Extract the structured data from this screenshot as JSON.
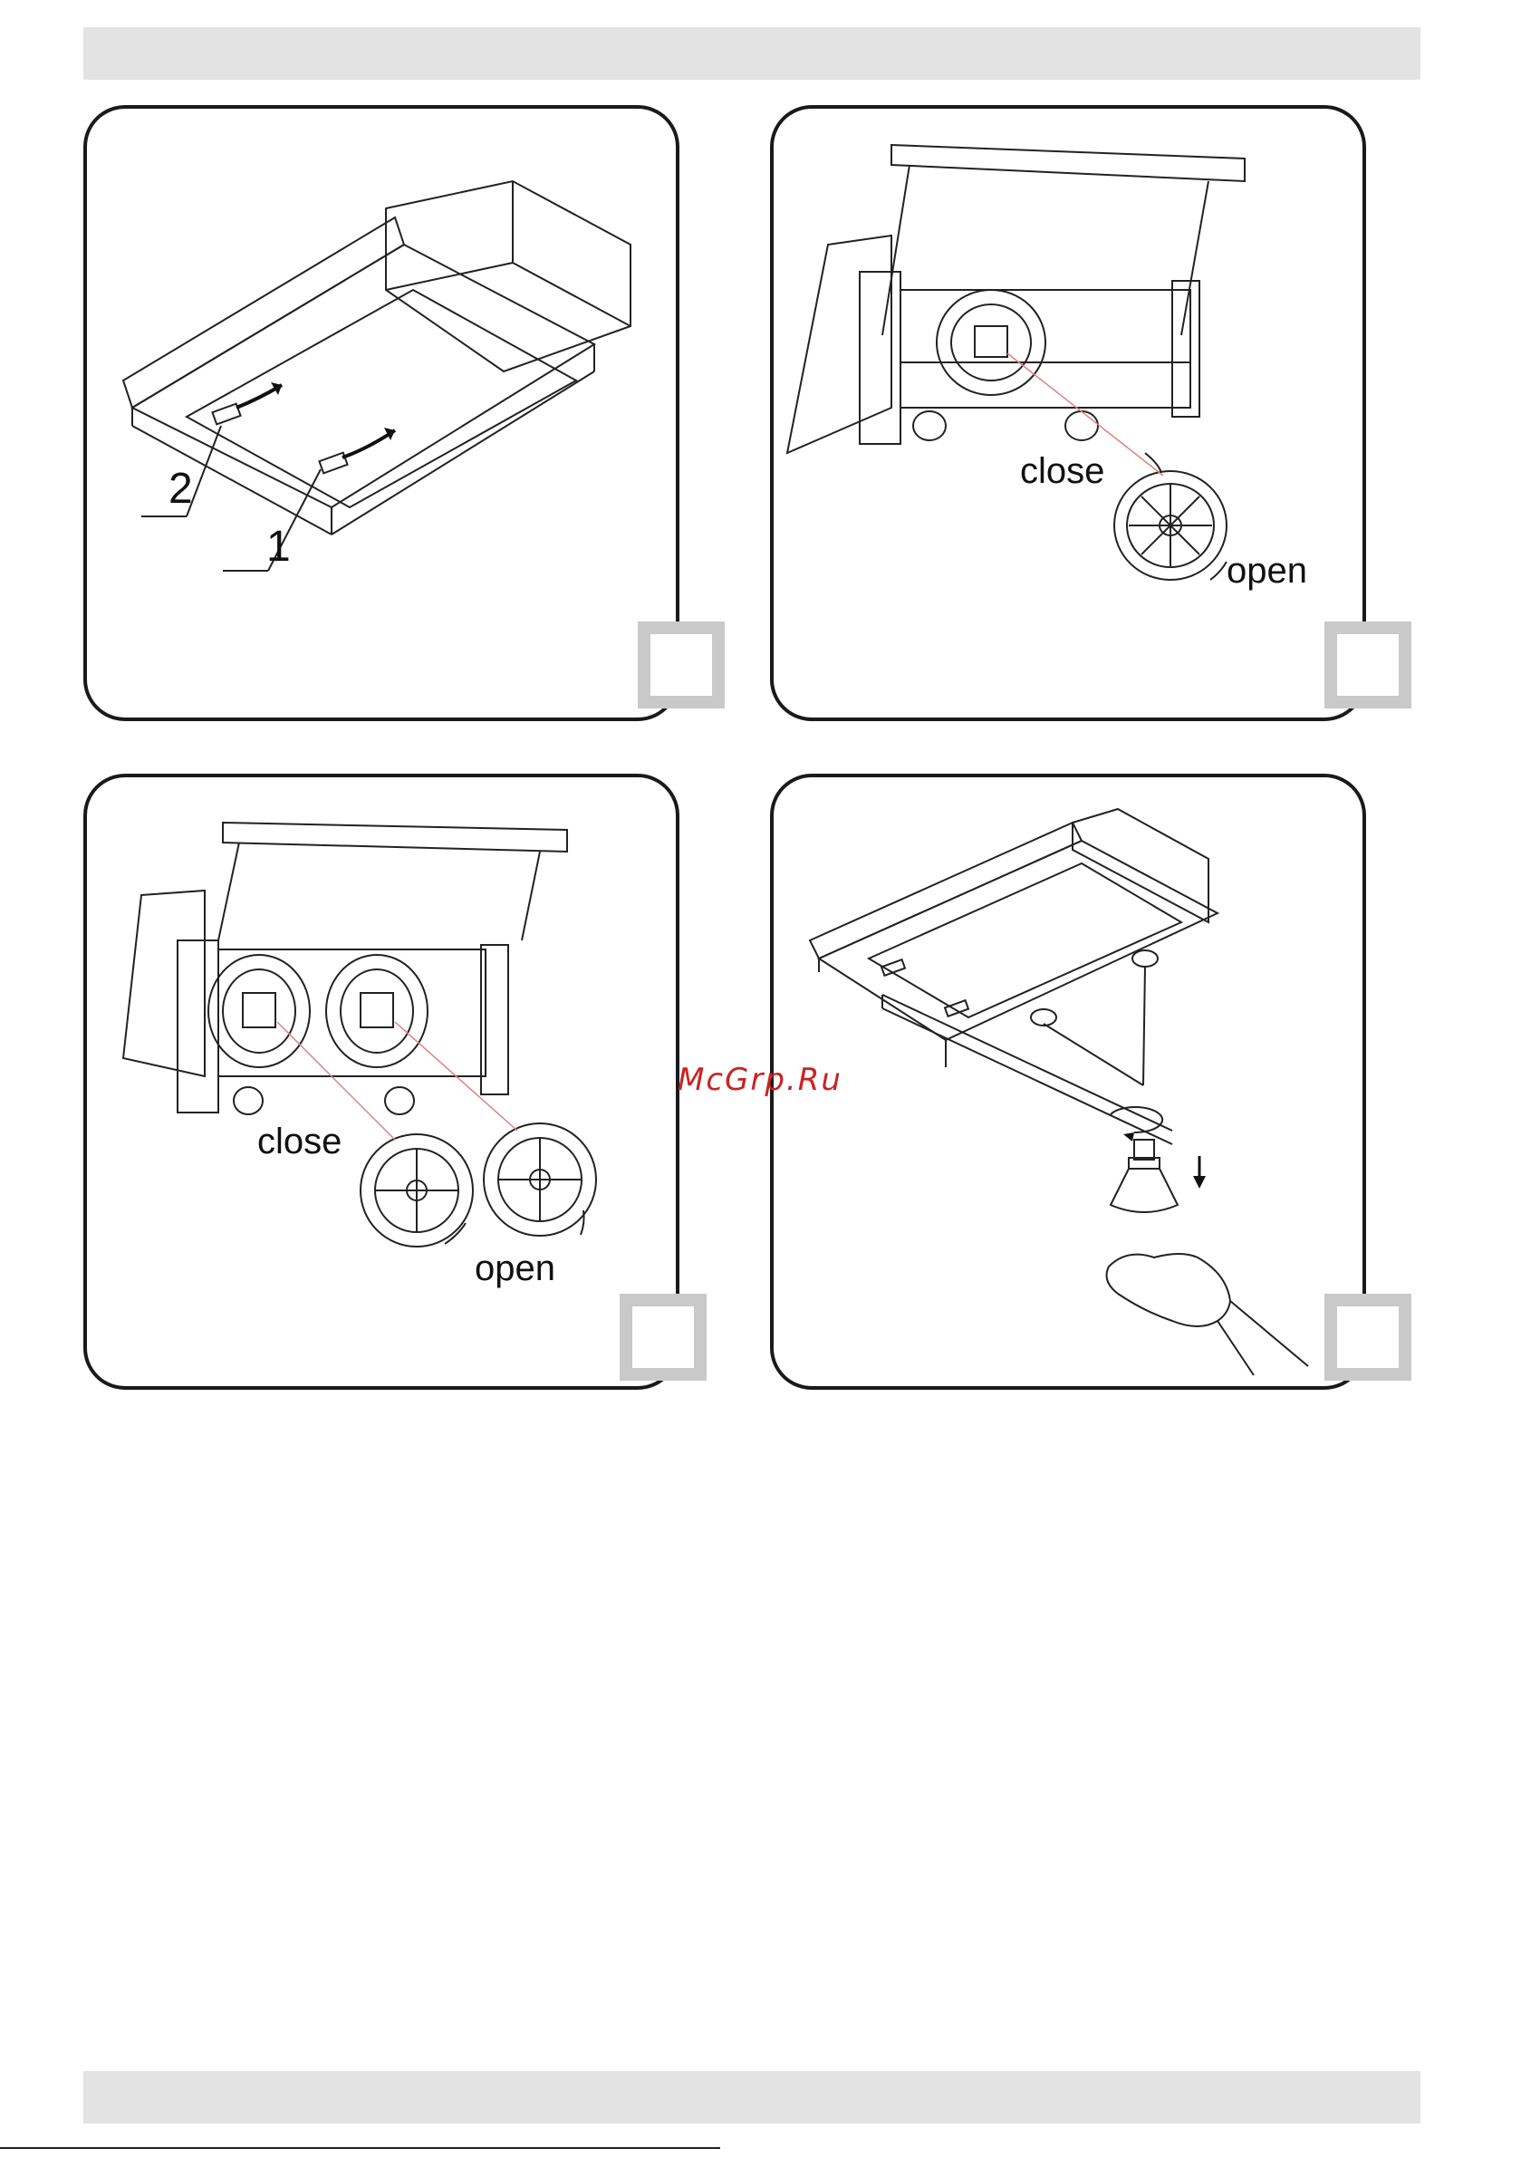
{
  "panels": [
    {
      "id": "1",
      "callouts": [
        "2",
        "1"
      ]
    },
    {
      "id": "2",
      "labels": {
        "close": "close",
        "open": "open"
      }
    },
    {
      "id": "3",
      "labels": {
        "close": "close",
        "open": "open"
      }
    },
    {
      "id": "4"
    }
  ],
  "watermark": "McGrp.Ru",
  "colors": {
    "band": "#e3e3e3",
    "frame": "#1a1a1a",
    "number_box": "#c9c9c9",
    "watermark": "#cc2222",
    "guide_line": "#e08080"
  }
}
